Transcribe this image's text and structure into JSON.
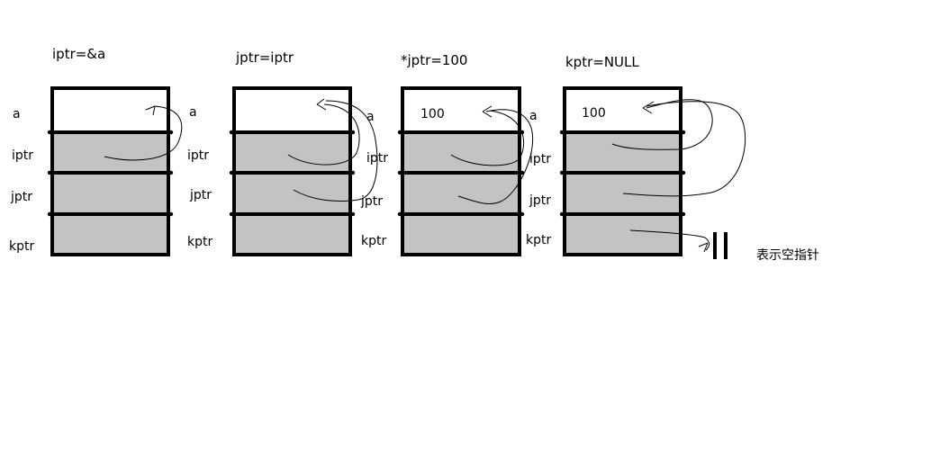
{
  "diagrams": [
    {
      "caption": "iptr=&a",
      "left_labels": [
        "a",
        "iptr",
        "jptr",
        "kptr"
      ],
      "right_labels": [
        "a",
        "iptr",
        "jptr",
        "kptr"
      ],
      "cell_a_value": ""
    },
    {
      "caption": "jptr=iptr",
      "left_labels": [],
      "right_labels": [
        "a",
        "iptr",
        "jptr",
        "kptr"
      ],
      "cell_a_value": ""
    },
    {
      "caption": "*jptr=100",
      "left_labels": [],
      "right_labels": [
        "a",
        "iptr",
        "jptr",
        "kptr"
      ],
      "cell_a_value": "100"
    },
    {
      "caption": "kptr=NULL",
      "left_labels": [],
      "right_labels": [],
      "cell_a_value": "100"
    }
  ],
  "null_note": "表示空指针",
  "colors": {
    "pointer_cell": "#c3c3c3",
    "value_cell": "#ffffff",
    "border": "#000000"
  }
}
